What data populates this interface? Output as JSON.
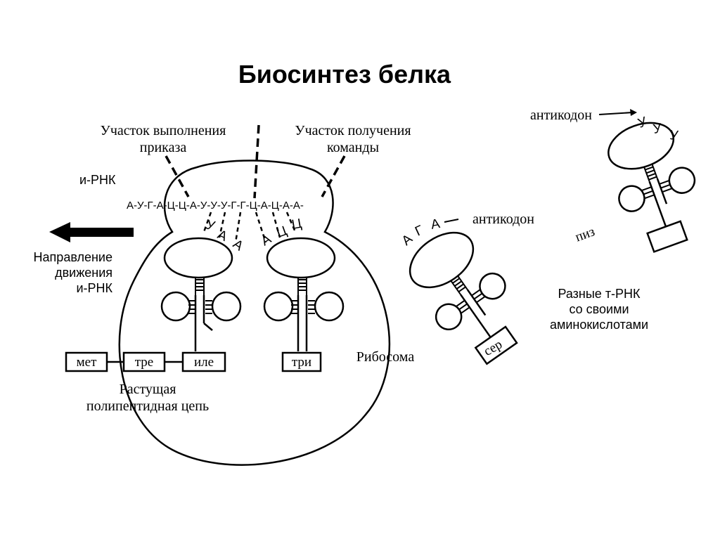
{
  "title": "Биосинтез белка",
  "labels": {
    "site_exec_line1": "Участок выполнения",
    "site_exec_line2": "приказа",
    "site_recv_line1": "Участок получения",
    "site_recv_line2": "команды",
    "mrna": "и-РНК",
    "direction_line1": "Направление",
    "direction_line2": "движения",
    "direction_line3": "и-РНК",
    "ribosome": "Рибосома",
    "chain_line1": "Растущая",
    "chain_line2": "полипептидная цепь",
    "anticodon_top": "антикодон",
    "anticodon_mid": "антикодон",
    "trna_desc_line1": "Разные т-РНК",
    "trna_desc_line2": "со своими",
    "trna_desc_line3": "аминокислотами"
  },
  "mrna_sequence": "А-У-Г-А-Ц-Ц-А-У-У-У-Г-Г-Ц-А-Ц-А-А-",
  "anticodons": {
    "left_trna": [
      "У",
      "А",
      "А"
    ],
    "right_trna": [
      "А",
      "Ц",
      "Ц"
    ],
    "free_top": [
      "У",
      "У",
      "У"
    ],
    "free_mid": [
      "А",
      "Г",
      "А"
    ]
  },
  "amino_acids": {
    "met": "мет",
    "tre": "тре",
    "ile": "иле",
    "tri": "три",
    "piz": "пиз",
    "ser": "сер"
  }
}
